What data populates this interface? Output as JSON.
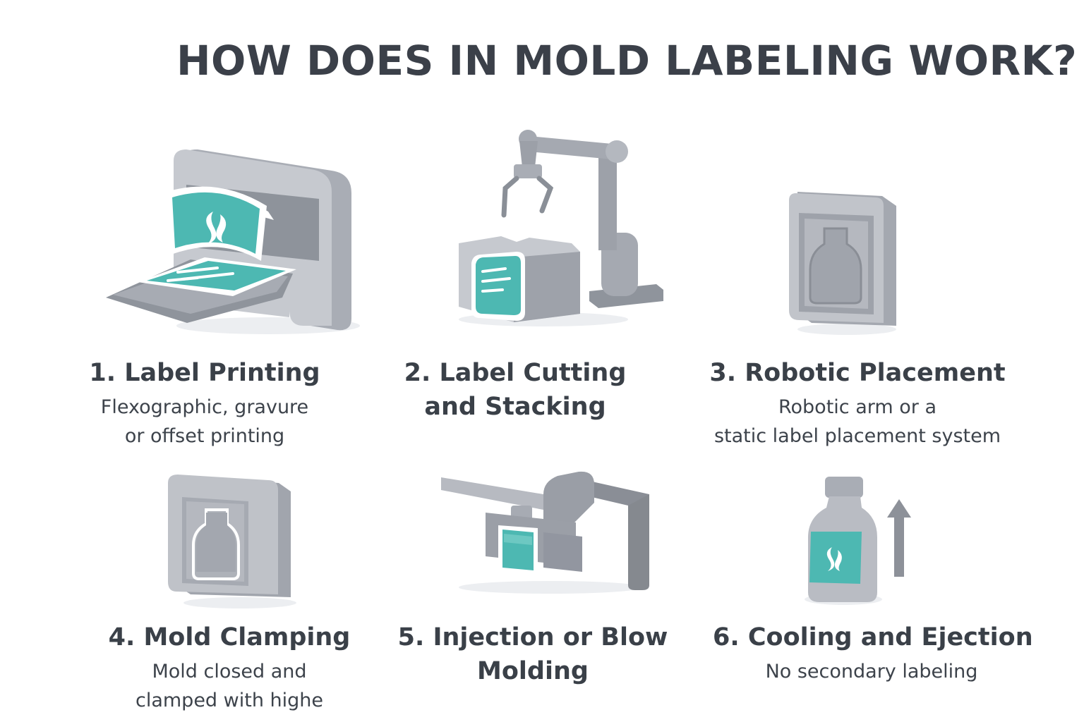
{
  "title": "HOW DOES IN MOLD LABELING WORK?",
  "colors": {
    "teal": "#4db8b2",
    "gray_light": "#c3c6cc",
    "gray_mid": "#a1a5ad",
    "gray_dark": "#858a92",
    "text": "#3a4048"
  },
  "steps": [
    {
      "title": "1. Label Printing",
      "desc": [
        "Flexographic, gravure",
        "or offset printing"
      ],
      "icon": "printer-icon"
    },
    {
      "title": [
        "2. Label Cutting",
        "and Stacking"
      ],
      "desc": [],
      "icon": "robot-arm-icon"
    },
    {
      "title": "3. Robotic Placement",
      "desc": [
        "Robotic arm or a",
        "static label placement system"
      ],
      "icon": "mold-bottle-icon"
    },
    {
      "title": "4. Mold Clamping",
      "desc": [
        "Mold closed and",
        "clamped with highe"
      ],
      "icon": "clamped-mold-icon"
    },
    {
      "title": [
        "5. Injection or Blow",
        "Molding"
      ],
      "desc": [],
      "icon": "injection-machine-icon"
    },
    {
      "title": "6. Cooling and Ejection",
      "desc": [
        "No secondary labeling"
      ],
      "icon": "bottle-eject-icon"
    }
  ]
}
